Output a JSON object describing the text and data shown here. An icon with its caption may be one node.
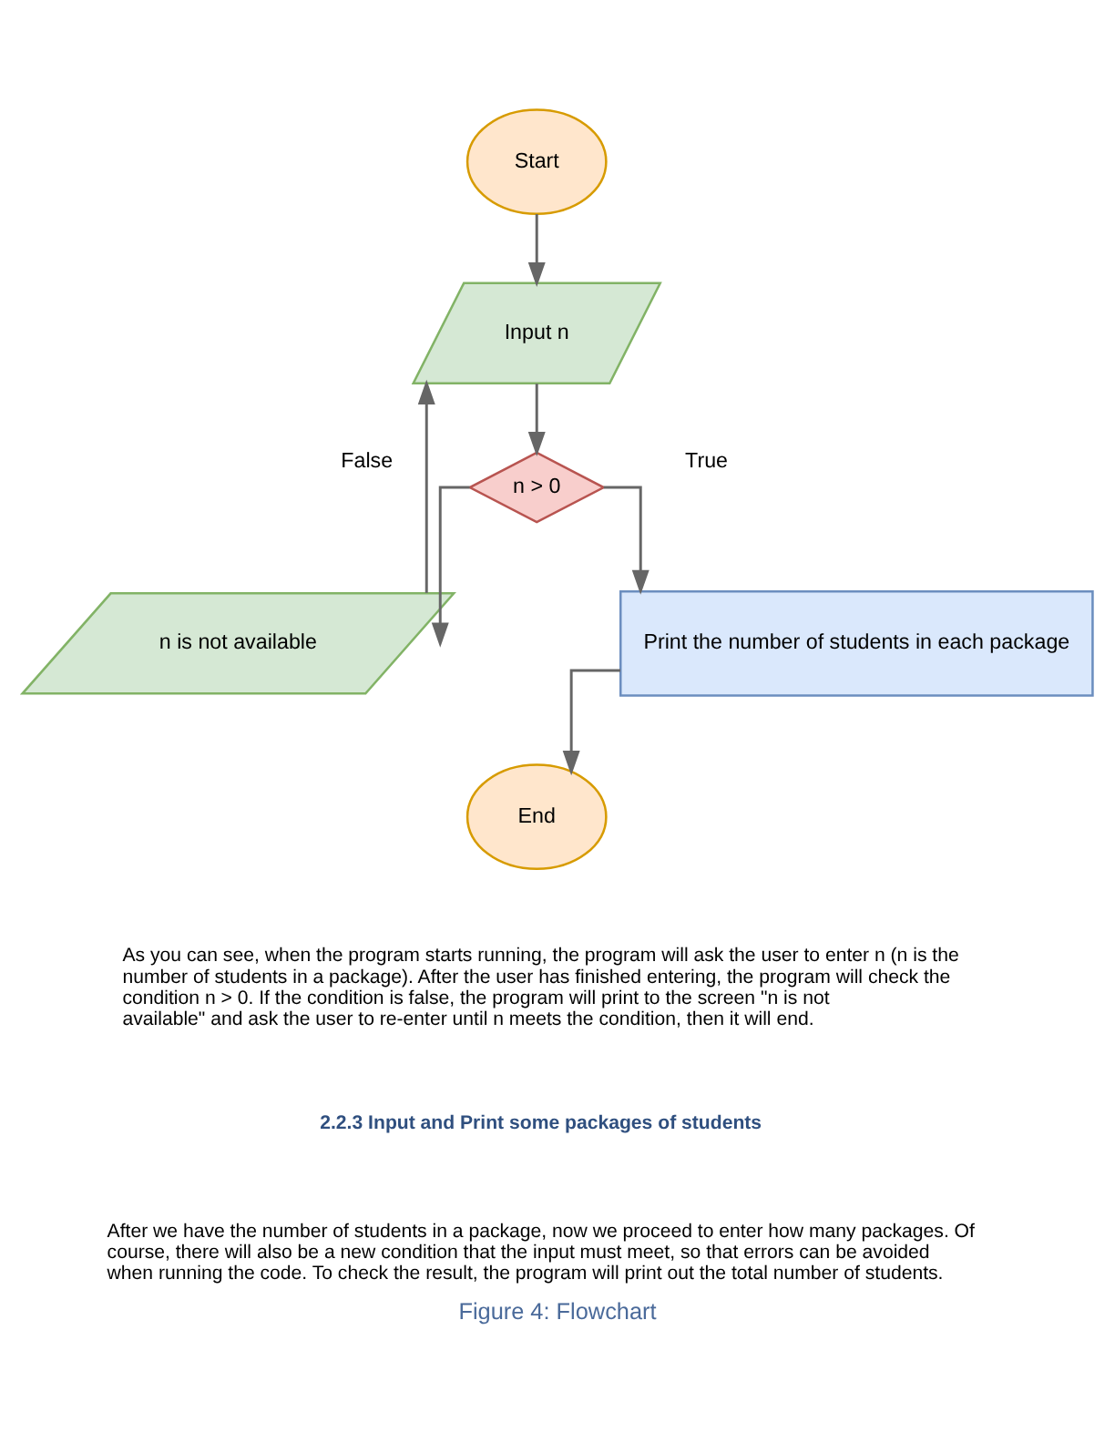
{
  "diagram": {
    "caption": "Figure 4: Flowchart",
    "nodes": [
      {
        "text": [
          "Start"
        ]
      },
      {
        "text": [
          "Input n"
        ]
      },
      {
        "text": [
          "n > 0"
        ]
      },
      {
        "text": [
          "n is not available"
        ]
      },
      {
        "text": [
          "Print the number of students in each package"
        ]
      },
      {
        "text": [
          "End"
        ]
      }
    ],
    "edges": [
      {
        "from": 0,
        "to": 1,
        "arrow": "to"
      },
      {
        "from": 1,
        "to": 2,
        "arrow": "to"
      },
      {
        "from": 2,
        "to": 3,
        "arrow": "to",
        "label": "False"
      },
      {
        "from": 2,
        "to": 4,
        "arrow": "to",
        "label": "True"
      },
      {
        "from": 3,
        "to": 1,
        "arrow": "to"
      },
      {
        "from": 4,
        "to": 5,
        "arrow": "to"
      }
    ],
    "labels": [
      "As you can see, when the program starts running, the program will ask the user to enter n (n is the number of students in a package). After the user has finished entering, the program will check the condition n > 0. If the condition is false, the program will print to the screen \"n is not available\" and ask the user to re-enter until n meets the condition, then it will end.",
      "2.2.3 Input and Print some packages of students",
      "After we have the number of students in a package, now we proceed to enter how many packages. Of course, there will also be a new condition that the input must meet, so that errors can be avoided when running the code. To check the result, the program will print out the total number of students."
    ]
  }
}
